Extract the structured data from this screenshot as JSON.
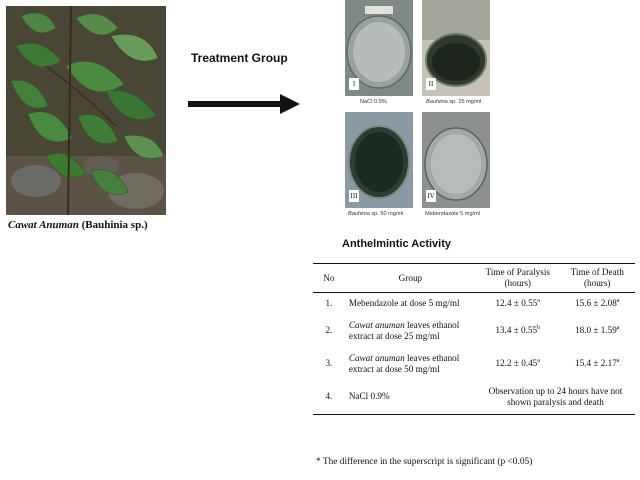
{
  "plant": {
    "caption_name": "Cawat Anuman",
    "caption_rest": " (Bauhinia sp.)"
  },
  "treatment_label": "Treatment Group",
  "panels": [
    {
      "roman": "I",
      "caption": "NaCl 0.9%"
    },
    {
      "roman": "II",
      "caption_italic": "Bauhinia",
      "caption": " sp. 25 mg/ml"
    },
    {
      "roman": "III",
      "caption_italic": "Bauhinia",
      "caption": " sp. 50 mg/ml"
    },
    {
      "roman": "IV",
      "caption": "Mebendazole 5 mg/ml"
    }
  ],
  "activity_title": "Anthelmintic Activity",
  "table": {
    "headers": [
      "No",
      "Group",
      "Time of Paralysis (hours)",
      "Time of Death (hours)"
    ],
    "rows": [
      {
        "no": "1.",
        "group_italic": "",
        "group": "Mebendazole at dose 5 mg/ml",
        "paralysis": "12.4 ± 0.55",
        "paralysis_sup": "a",
        "death": "15.6 ± 2.08",
        "death_sup": "a"
      },
      {
        "no": "2.",
        "group_italic": "Cawat anuman",
        "group": " leaves ethanol extract at dose 25 mg/ml",
        "paralysis": "13.4 ± 0.55",
        "paralysis_sup": "b",
        "death": "18.0 ± 1.59",
        "death_sup": "a"
      },
      {
        "no": "3.",
        "group_italic": "Cawat anuman",
        "group": " leaves ethanol extract at dose 50 mg/ml",
        "paralysis": "12.2 ± 0.45",
        "paralysis_sup": "a",
        "death": "15.4 ± 2.17",
        "death_sup": "a"
      },
      {
        "no": "4.",
        "group_italic": "",
        "group": "NaCl 0.9%",
        "observation": "Observation up to 24 hours have not shown paralysis and death"
      }
    ],
    "footnote": "* The difference in the superscript is significant (p <0.05)"
  }
}
